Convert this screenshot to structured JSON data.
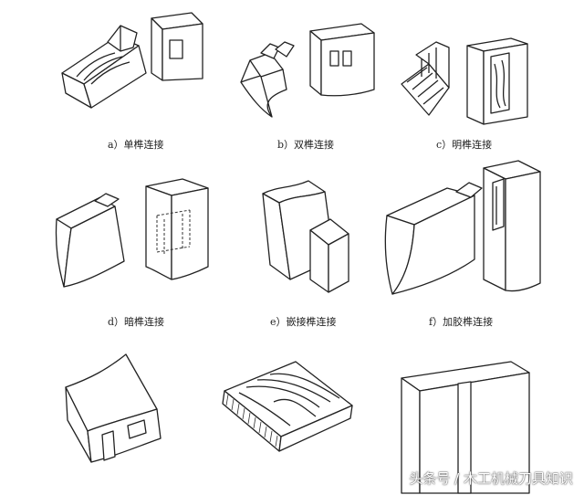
{
  "figures": [
    {
      "id": "a",
      "caption": "a）单榫连接"
    },
    {
      "id": "b",
      "caption": "b）双榫连接"
    },
    {
      "id": "c",
      "caption": "c）明榫连接"
    },
    {
      "id": "d",
      "caption": "d）暗榫连接"
    },
    {
      "id": "e",
      "caption": "e）嵌接榫连接"
    },
    {
      "id": "f",
      "caption": "f）加胶榫连接"
    }
  ],
  "watermark": "头条号 / 木工机械刀具知识"
}
